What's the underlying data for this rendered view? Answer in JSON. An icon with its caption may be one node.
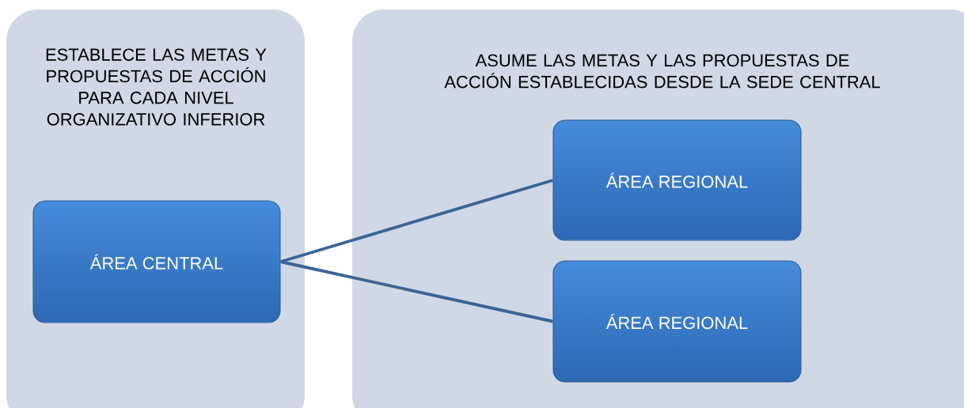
{
  "diagram": {
    "nodes": [
      {
        "text": [
          "ESTABLECE LAS METAS Y PROPUESTAS DE ACCIÓN PARA CADA NIVEL ORGANIZATIVO INFERIOR"
        ]
      },
      {
        "text": [
          "ASUME LAS METAS Y LAS PROPUESTAS DE ACCIÓN ESTABLECIDAS DESDE LA SEDE CENTRAL"
        ]
      },
      {
        "text": [
          "ÁREA CENTRAL"
        ],
        "in": 0
      },
      {
        "text": [
          "ÁREA REGIONAL"
        ],
        "in": 1
      },
      {
        "text": [
          "ÁREA REGIONAL"
        ],
        "in": 1
      }
    ],
    "edges": [
      {
        "from": 2,
        "to": 3,
        "arrow": "none"
      },
      {
        "from": 2,
        "to": 4,
        "arrow": "none"
      }
    ]
  }
}
